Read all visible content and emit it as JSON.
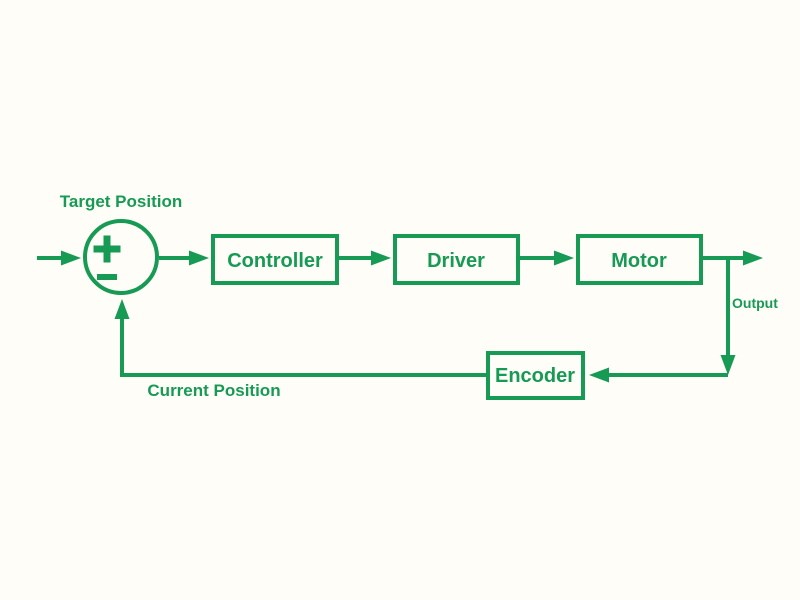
{
  "colors": {
    "accent": "#169a54",
    "background": "#fffdf8"
  },
  "diagram": {
    "type": "control-loop-block-diagram",
    "source_label": "Target Position",
    "feedback_label": "Current Position",
    "output_label": "Output",
    "summing_junction": {
      "plus_icon": "+",
      "minus_icon": "−"
    },
    "blocks": [
      {
        "id": "controller",
        "label": "Controller"
      },
      {
        "id": "driver",
        "label": "Driver"
      },
      {
        "id": "motor",
        "label": "Motor"
      },
      {
        "id": "encoder",
        "label": "Encoder"
      }
    ]
  }
}
